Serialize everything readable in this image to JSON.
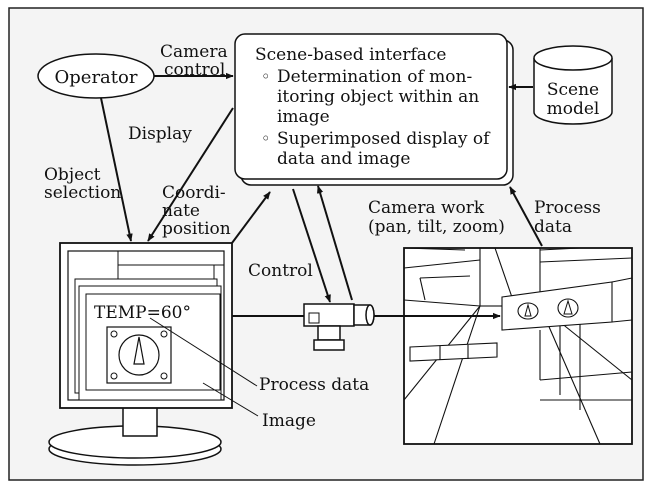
{
  "colors": {
    "panel_background": "#f4f4f4",
    "panel_border": "#222222",
    "ink": "#111111",
    "box_fill": "#ffffff"
  },
  "nodes": {
    "operator": "Operator",
    "scene_interface": {
      "title": "Scene-based interface",
      "bullet_mark": "◦",
      "items": [
        [
          "Determination of mon-",
          "itoring object within an",
          "image"
        ],
        [
          "Superimposed display of",
          "data and image"
        ]
      ]
    },
    "scene_model": [
      "Scene",
      "model"
    ],
    "monitor_readout": "TEMP=60°",
    "camera": "video-camera-icon",
    "scene_view": "plant-room-scene"
  },
  "edges": {
    "camera_control": [
      "Camera",
      "control"
    ],
    "display": "Display",
    "object_selection": [
      "Object",
      "selection"
    ],
    "coordinate_position": [
      "Coordi-",
      "nate",
      "position"
    ],
    "control": "Control",
    "camera_work": [
      "Camera work",
      "(pan, tilt, zoom)"
    ],
    "process_data_right": [
      "Process",
      "data"
    ],
    "process_data_label": "Process data",
    "image_label": "Image"
  }
}
